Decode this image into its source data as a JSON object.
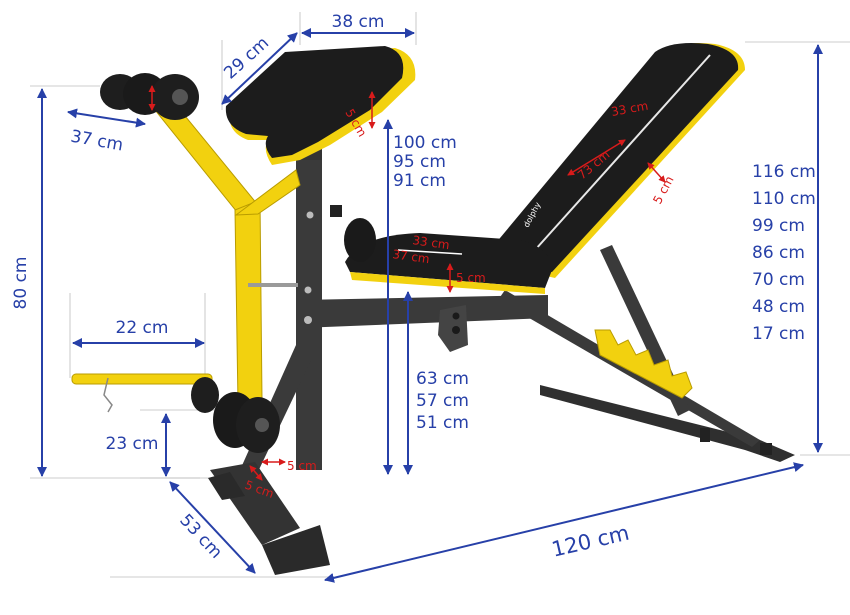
{
  "colors": {
    "dimension_blue": "#2740a8",
    "dimension_red": "#d81b1b",
    "frame_yellow": "#f2d10f",
    "frame_dark": "#3a3a3a",
    "pad_black": "#1c1c1c"
  },
  "brand": "dolphy",
  "dimensions": {
    "arm_pad_width": "38 cm",
    "arm_pad_depth": "29 cm",
    "arm_pad_thickness": "5 cm",
    "roller_width": "37 cm",
    "arm_pad_heights": [
      "100 cm",
      "95 cm",
      "91 cm"
    ],
    "backrest_width": "33 cm",
    "backrest_length": "73 cm",
    "backrest_thickness": "5 cm",
    "seat_length": "33 cm",
    "seat_width": "37 cm",
    "seat_thickness": "5 cm",
    "backrest_heights": [
      "116 cm",
      "110 cm",
      "99 cm",
      "86 cm",
      "70 cm",
      "48 cm",
      "17 cm"
    ],
    "seat_heights": [
      "63 cm",
      "57 cm",
      "51 cm"
    ],
    "total_height": "80 cm",
    "leg_bar_length": "22 cm",
    "foot_roller_height": "23 cm",
    "front_base_width": "53 cm",
    "total_length": "120 cm",
    "front_tube_a": "5 cm",
    "front_tube_b": "5 cm"
  }
}
